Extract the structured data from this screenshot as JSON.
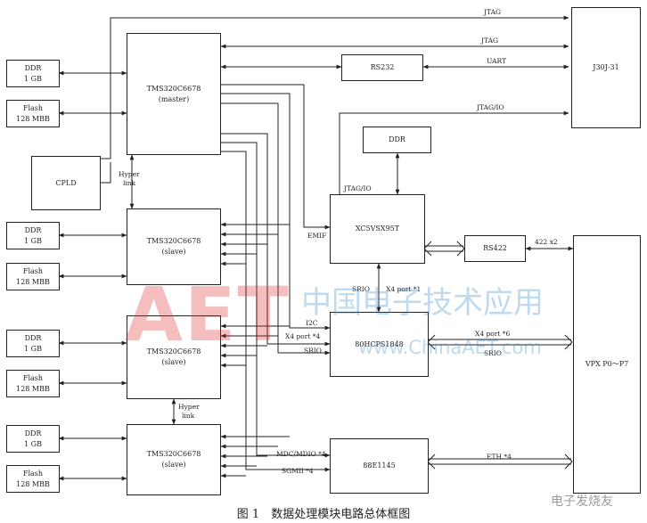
{
  "boxes": {
    "ddr1": [
      "DDR",
      "1 GB"
    ],
    "flash1": [
      "Flash",
      "128 MBB"
    ],
    "ddr2": [
      "DDR",
      "1 GB"
    ],
    "flash2": [
      "Flash",
      "128 MBB"
    ],
    "ddr3": [
      "DDR",
      "1 GB"
    ],
    "flash3": [
      "Flash",
      "128 MBB"
    ],
    "ddr4": [
      "DDR",
      "1 GB"
    ],
    "flash4": [
      "Flash",
      "128 MBB"
    ],
    "cpld": "CPLD",
    "dsp1": [
      "TMS320C6678",
      "(master)"
    ],
    "dsp2": [
      "TMS320C6678",
      "(slave)"
    ],
    "dsp3": [
      "TMS320C6678",
      "(slave)"
    ],
    "dsp4": [
      "TMS320C6678",
      "(slave)"
    ],
    "rs232": "RS232",
    "fpga_ddr": "DDR",
    "fpga": "XC5VSX95T",
    "rs422": "RS422",
    "srio_switch": "80HCPS1848",
    "eth_phy": "88E1145",
    "j30j": "J30J-31",
    "vpx": "VPX P0～P7"
  },
  "labels": {
    "jtag_top": "JTAG",
    "jtag_2": "JTAG",
    "uart": "UART",
    "jtag_io_top": "JTAG/IO",
    "jtag_io_fpga": "JTAG/IO",
    "emif": "EMIF",
    "hyper_link_1": [
      "Hyper",
      "link"
    ],
    "hyper_link_2": [
      "Hyper",
      "link"
    ],
    "rs422_x2": "422 x2",
    "srio_fpga": "SRIO",
    "x4_port_1": "X4 port *1",
    "i2c": "I2C",
    "x4_port_4": "X4 port *4",
    "srio_left": "SRIO",
    "x4_port_6": "X4 port *6",
    "srio_right": "SRIO",
    "mdc_mdio": "MDC/MDIO *4",
    "sgmii": "SGMII *4",
    "eth_4": "ETH *4"
  },
  "watermark": {
    "logo": "AET",
    "brand": "中国电子技术应用",
    "site": "www.ChinaAET.com",
    "corner": "电子发烧友"
  },
  "caption": "图 1　数据处理模块电路总体框图"
}
